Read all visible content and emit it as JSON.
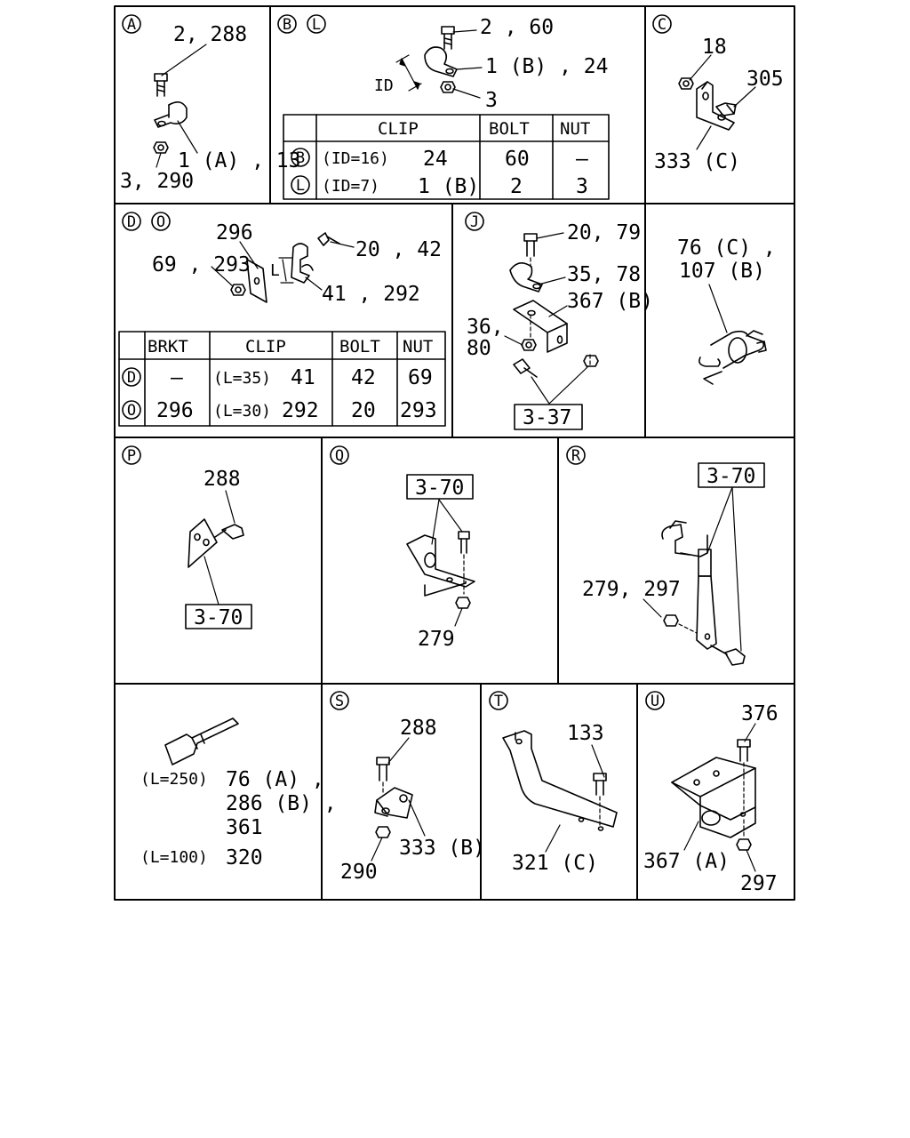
{
  "panels": {
    "A": {
      "letter": "A",
      "callouts": [
        "2, 288",
        "1 (A) , 13",
        "3, 290"
      ]
    },
    "BL": {
      "letters": [
        "B",
        "L"
      ],
      "callouts": [
        "2 , 60",
        "1 (B) , 24",
        "3"
      ],
      "dimension": "ID",
      "table": {
        "headers": [
          "CLIP",
          "BOLT",
          "NUT"
        ],
        "rows": [
          {
            "key": "B",
            "spec": "(ID=16)",
            "clip": "24",
            "bolt": "60",
            "nut": "–"
          },
          {
            "key": "L",
            "spec": "(ID=7)",
            "clip": "1 (B)",
            "bolt": "2",
            "nut": "3"
          }
        ]
      }
    },
    "C": {
      "letter": "C",
      "callouts": [
        "18",
        "305",
        "333 (C)"
      ]
    },
    "DO": {
      "letters": [
        "D",
        "O"
      ],
      "callouts": [
        "296",
        "20 , 42",
        "69 , 293",
        "41 , 292"
      ],
      "dimension": "L",
      "table": {
        "headers": [
          "BRKT",
          "CLIP",
          "BOLT",
          "NUT"
        ],
        "rows": [
          {
            "key": "D",
            "brkt": "–",
            "spec": "(L=35)",
            "clip": "41",
            "bolt": "42",
            "nut": "69"
          },
          {
            "key": "O",
            "brkt": "296",
            "spec": "(L=30)",
            "clip": "292",
            "bolt": "20",
            "nut": "293"
          }
        ]
      }
    },
    "J": {
      "letter": "J",
      "callouts": [
        "20, 79",
        "35, 78",
        "367 (B)",
        "36,",
        "80"
      ],
      "ref_box": "3-37"
    },
    "K": {
      "callouts": [
        "76 (C) ,",
        "107 (B)"
      ]
    },
    "P": {
      "letter": "P",
      "callouts": [
        "288"
      ],
      "ref_box": "3-70"
    },
    "Q": {
      "letter": "Q",
      "callouts": [
        "279"
      ],
      "ref_box": "3-70"
    },
    "R": {
      "letter": "R",
      "callouts": [
        "279, 297"
      ],
      "ref_box": "3-70"
    },
    "strap": {
      "rows": [
        {
          "spec": "(L=250)",
          "parts": [
            "76 (A) ,",
            "286 (B) ,",
            "361"
          ]
        },
        {
          "spec": "(L=100)",
          "parts": [
            "320"
          ]
        }
      ]
    },
    "S": {
      "letter": "S",
      "callouts": [
        "288",
        "290",
        "333 (B)"
      ]
    },
    "T": {
      "letter": "T",
      "callouts": [
        "133",
        "321 (C)"
      ]
    },
    "U": {
      "letter": "U",
      "callouts": [
        "376",
        "367 (A)",
        "297"
      ]
    }
  }
}
